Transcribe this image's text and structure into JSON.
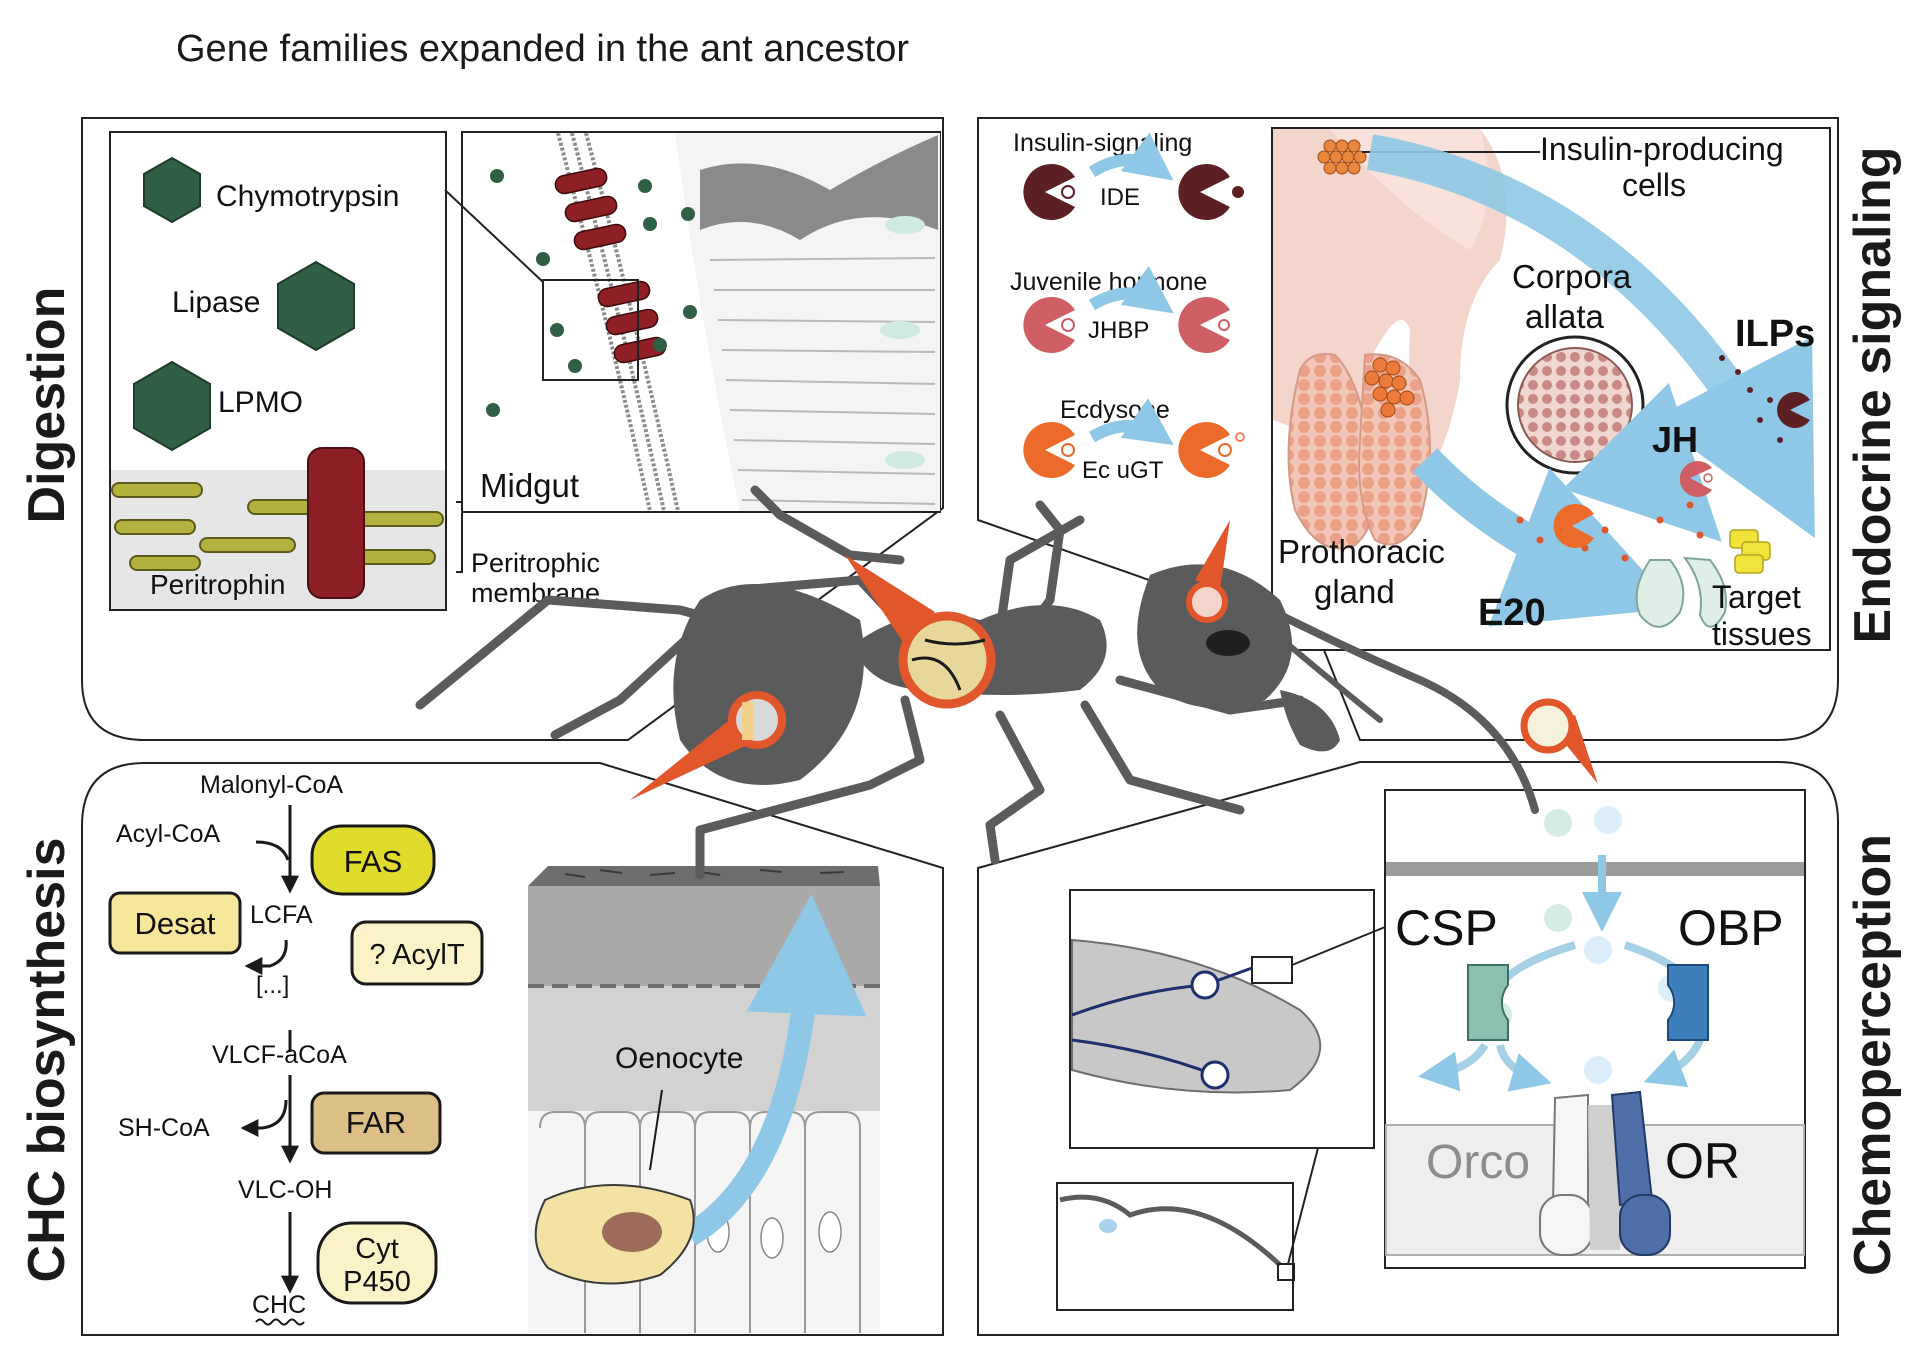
{
  "title": "Gene families expanded in the ant ancestor",
  "panels": {
    "digestion": {
      "side_label": "Digestion",
      "enzymes": [
        "Chymotrypsin",
        "Lipase",
        "LPMO"
      ],
      "peritrophin": "Peritrophin",
      "membrane_line1": "Peritrophic",
      "membrane_line2": "membrane",
      "midgut": "Midgut"
    },
    "endocrine": {
      "side_label": "Endocrine signaling",
      "pathways": [
        {
          "name": "Insulin-signaling",
          "enzyme": "IDE"
        },
        {
          "name": "Juvenile hormone",
          "enzyme": "JHBP"
        },
        {
          "name": "Ecdysone",
          "enzyme": "Ec uGT"
        }
      ],
      "ipc_line1": "Insulin-producing",
      "ipc_line2": "cells",
      "ca_line1": "Corpora",
      "ca_line2": "allata",
      "ilps": "ILPs",
      "jh": "JH",
      "pg_line1": "Prothoracic",
      "pg_line2": "gland",
      "e20": "E20",
      "target_line1": "Target",
      "target_line2": "tissues"
    },
    "chc": {
      "side_label": "CHC biosynthesis",
      "malonyl": "Malonyl-CoA",
      "acyl": "Acyl-CoA",
      "fas": "FAS",
      "lcfa": "LCFA",
      "desat": "Desat",
      "acylt": "? AcylT",
      "ellipsis": "[...]",
      "vlcfacoa": "VLCF-aCoA",
      "shcoa": "SH-CoA",
      "far": "FAR",
      "vlcoh": "VLC-OH",
      "cyt_line1": "Cyt",
      "cyt_line2": "P450",
      "chc": "CHC",
      "oenocyte": "Oenocyte"
    },
    "chemo": {
      "side_label": "Chemoperception",
      "csp": "CSP",
      "obp": "OBP",
      "orco": "Orco",
      "or": "OR"
    }
  },
  "colors": {
    "enzyme_green": "#2f5f45",
    "peritrophin_red": "#8e1f24",
    "ant_gray": "#5b5b5b",
    "pointer_orange": "#e2562c",
    "arrow_blue": "#8ec8e6",
    "insulin_dark": "#5b1f24",
    "jh_pink": "#d05f65",
    "ecdysone_orange": "#ec6a2a",
    "fas_yellow": "#e1dc2c",
    "desat_yellow": "#f6e79a",
    "far_tan": "#dcbf86",
    "csp_teal": "#8bbfb0",
    "obp_blue": "#3d7fba",
    "or_blue": "#4f6fa8"
  }
}
